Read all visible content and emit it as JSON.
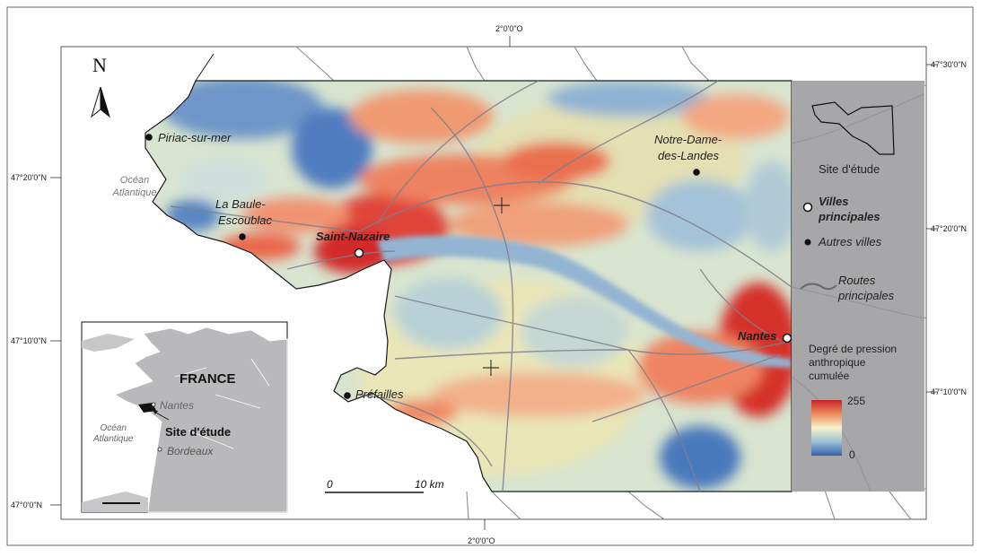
{
  "north_label": "N",
  "coordinates": {
    "lon_top": "2°0'0\"O",
    "lon_bottom": "2°0'0\"O",
    "lat_left_1": "47°20'0\"N",
    "lat_left_2": "47°10'0\"N",
    "lat_left_3": "47°0'0\"N",
    "lat_right_1": "47°30'0\"N",
    "lat_right_2": "47°20'0\"N",
    "lat_right_3": "47°10'0\"N"
  },
  "places": {
    "piriac": "Piriac-sur-mer",
    "ocean_line1": "Océan",
    "ocean_line2": "Atlantique",
    "labaule_line1": "La Baule-",
    "labaule_line2": "Escoublac",
    "saint_nazaire": "Saint-Nazaire",
    "notre_dame_line1": "Notre-Dame-",
    "notre_dame_line2": "des-Landes",
    "nantes": "Nantes",
    "prefailles": "Préfailles"
  },
  "scale": {
    "start": "0",
    "end": "10 km"
  },
  "legend": {
    "site_etude": "Site d'étude",
    "villes_line1": "Villes",
    "villes_line2": "principales",
    "autres_villes": "Autres villes",
    "routes_line1": "Routes",
    "routes_line2": "principales",
    "pressure_title_1": "Degré de pression",
    "pressure_title_2": "anthropique",
    "pressure_title_3": "cumulée",
    "gradient_max": "255",
    "gradient_min": "0"
  },
  "inset": {
    "france": "FRANCE",
    "nantes": "Nantes",
    "site": "Site d'étude",
    "ocean_line1": "Océan",
    "ocean_line2": "Atlantique",
    "bordeaux": "Bordeaux"
  },
  "colors": {
    "high_pressure": "#d7301f",
    "mid_high": "#f4a582",
    "mid": "#f7f3c6",
    "mid_low": "#a6c8d8",
    "low_pressure": "#3a6db3",
    "water": "#8fb1cf",
    "legend_bg": "#a6a6a8",
    "road": "#808088"
  }
}
